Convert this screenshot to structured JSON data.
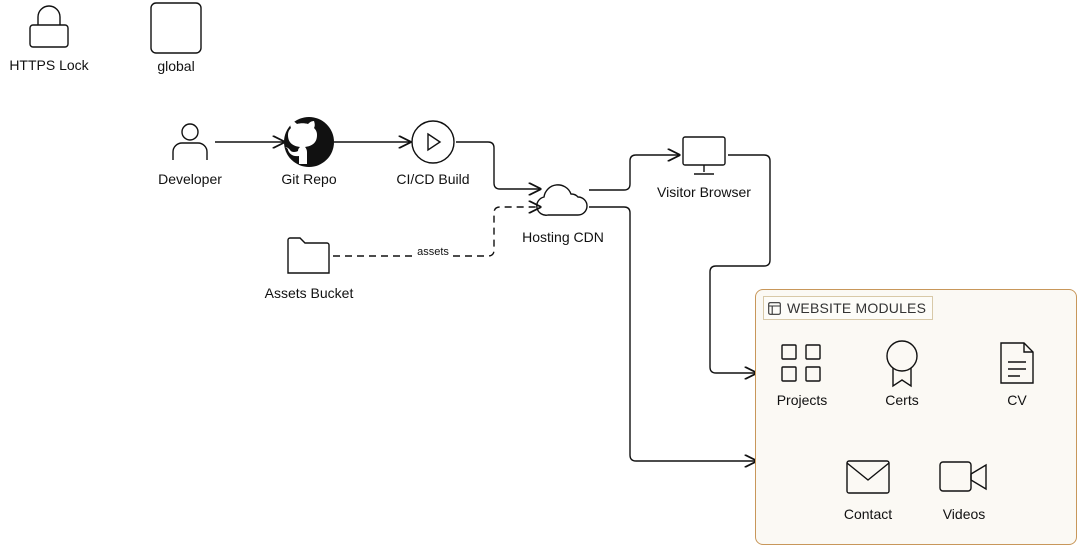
{
  "legend": {
    "lock_label": "HTTPS Lock",
    "global_label": "global"
  },
  "nodes": {
    "developer": "Developer",
    "git_repo": "Git Repo",
    "cicd": "CI/CD Build",
    "cdn": "Hosting CDN",
    "browser": "Visitor Browser",
    "assets": "Assets Bucket"
  },
  "edges": {
    "assets_label": "assets"
  },
  "group": {
    "title": "WEBSITE MODULES",
    "border_color": "#c8975a",
    "background": "#fbf9f4",
    "modules": {
      "projects": "Projects",
      "certs": "Certs",
      "cv": "CV",
      "contact": "Contact",
      "videos": "Videos"
    }
  }
}
